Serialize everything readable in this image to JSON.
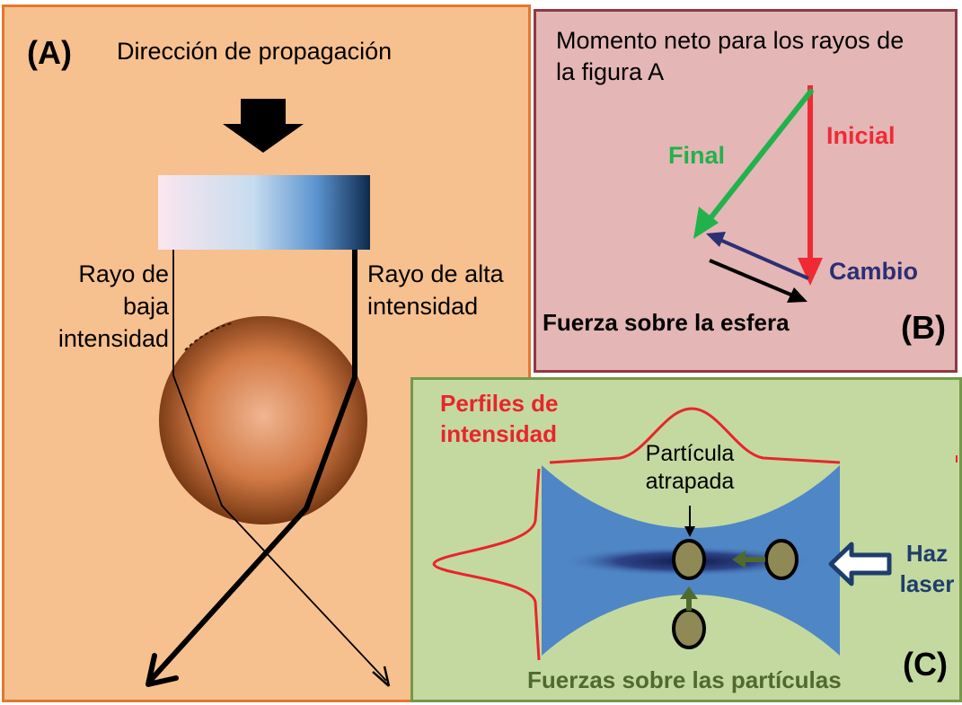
{
  "panel_a": {
    "label": "(A)",
    "title": "Dirección de propagación",
    "low_ray_label": [
      "Rayo de",
      "baja",
      "intensidad"
    ],
    "high_ray_label": [
      "Rayo de alta",
      "intensidad"
    ]
  },
  "panel_b": {
    "title": [
      "Momento neto para los rayos de",
      "la figura A"
    ],
    "final": "Final",
    "initial": "Inicial",
    "change": "Cambio",
    "force": "Fuerza sobre la esfera",
    "label": "(B)"
  },
  "panel_c": {
    "profiles": [
      "Perfiles de",
      "intensidad"
    ],
    "trapped": [
      "Partícula",
      "atrapada"
    ],
    "beam": [
      "Haz",
      "laser"
    ],
    "forces": "Fuerzas sobre las partículas",
    "label": "(C)"
  },
  "colors": {
    "final_arrow": "#22b24c",
    "initial_arrow": "#ee2b35",
    "change_arrow": "#2c2f73",
    "profile_red": "#e8252c",
    "beam_blue": "#4f86c6",
    "particle": "#8f8a55",
    "force_arrow": "#4f6a2c",
    "beam_label": "#1f3d6b"
  }
}
